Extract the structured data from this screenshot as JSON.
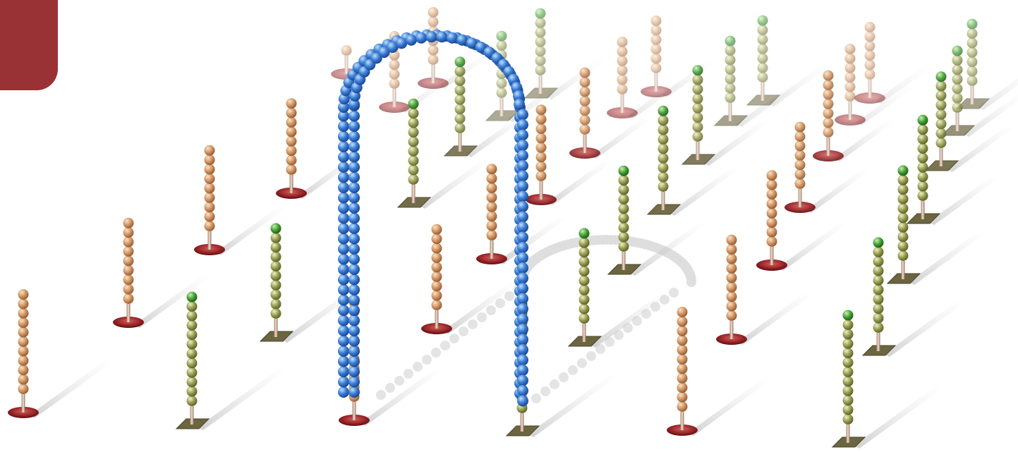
{
  "colors": {
    "background": "#ffffff",
    "corner_tab": "#993234",
    "strand_a_bead": "#c98c5c",
    "strand_a_base": "#8e1f22",
    "strand_b_bead": "#8a8f46",
    "strand_b_tip": "#3e9a34",
    "strand_b_base": "#5f5a36",
    "bridge_bead": "#2f6cc9",
    "shadow": "#c8c8c8"
  },
  "icons": {
    "corner_tab": "corner-tab",
    "strand_a": "tan-bead-strand-on-red-base",
    "strand_b": "olive-bead-strand-green-tip-on-square-base",
    "bridge": "blue-bead-arch-bridge"
  }
}
